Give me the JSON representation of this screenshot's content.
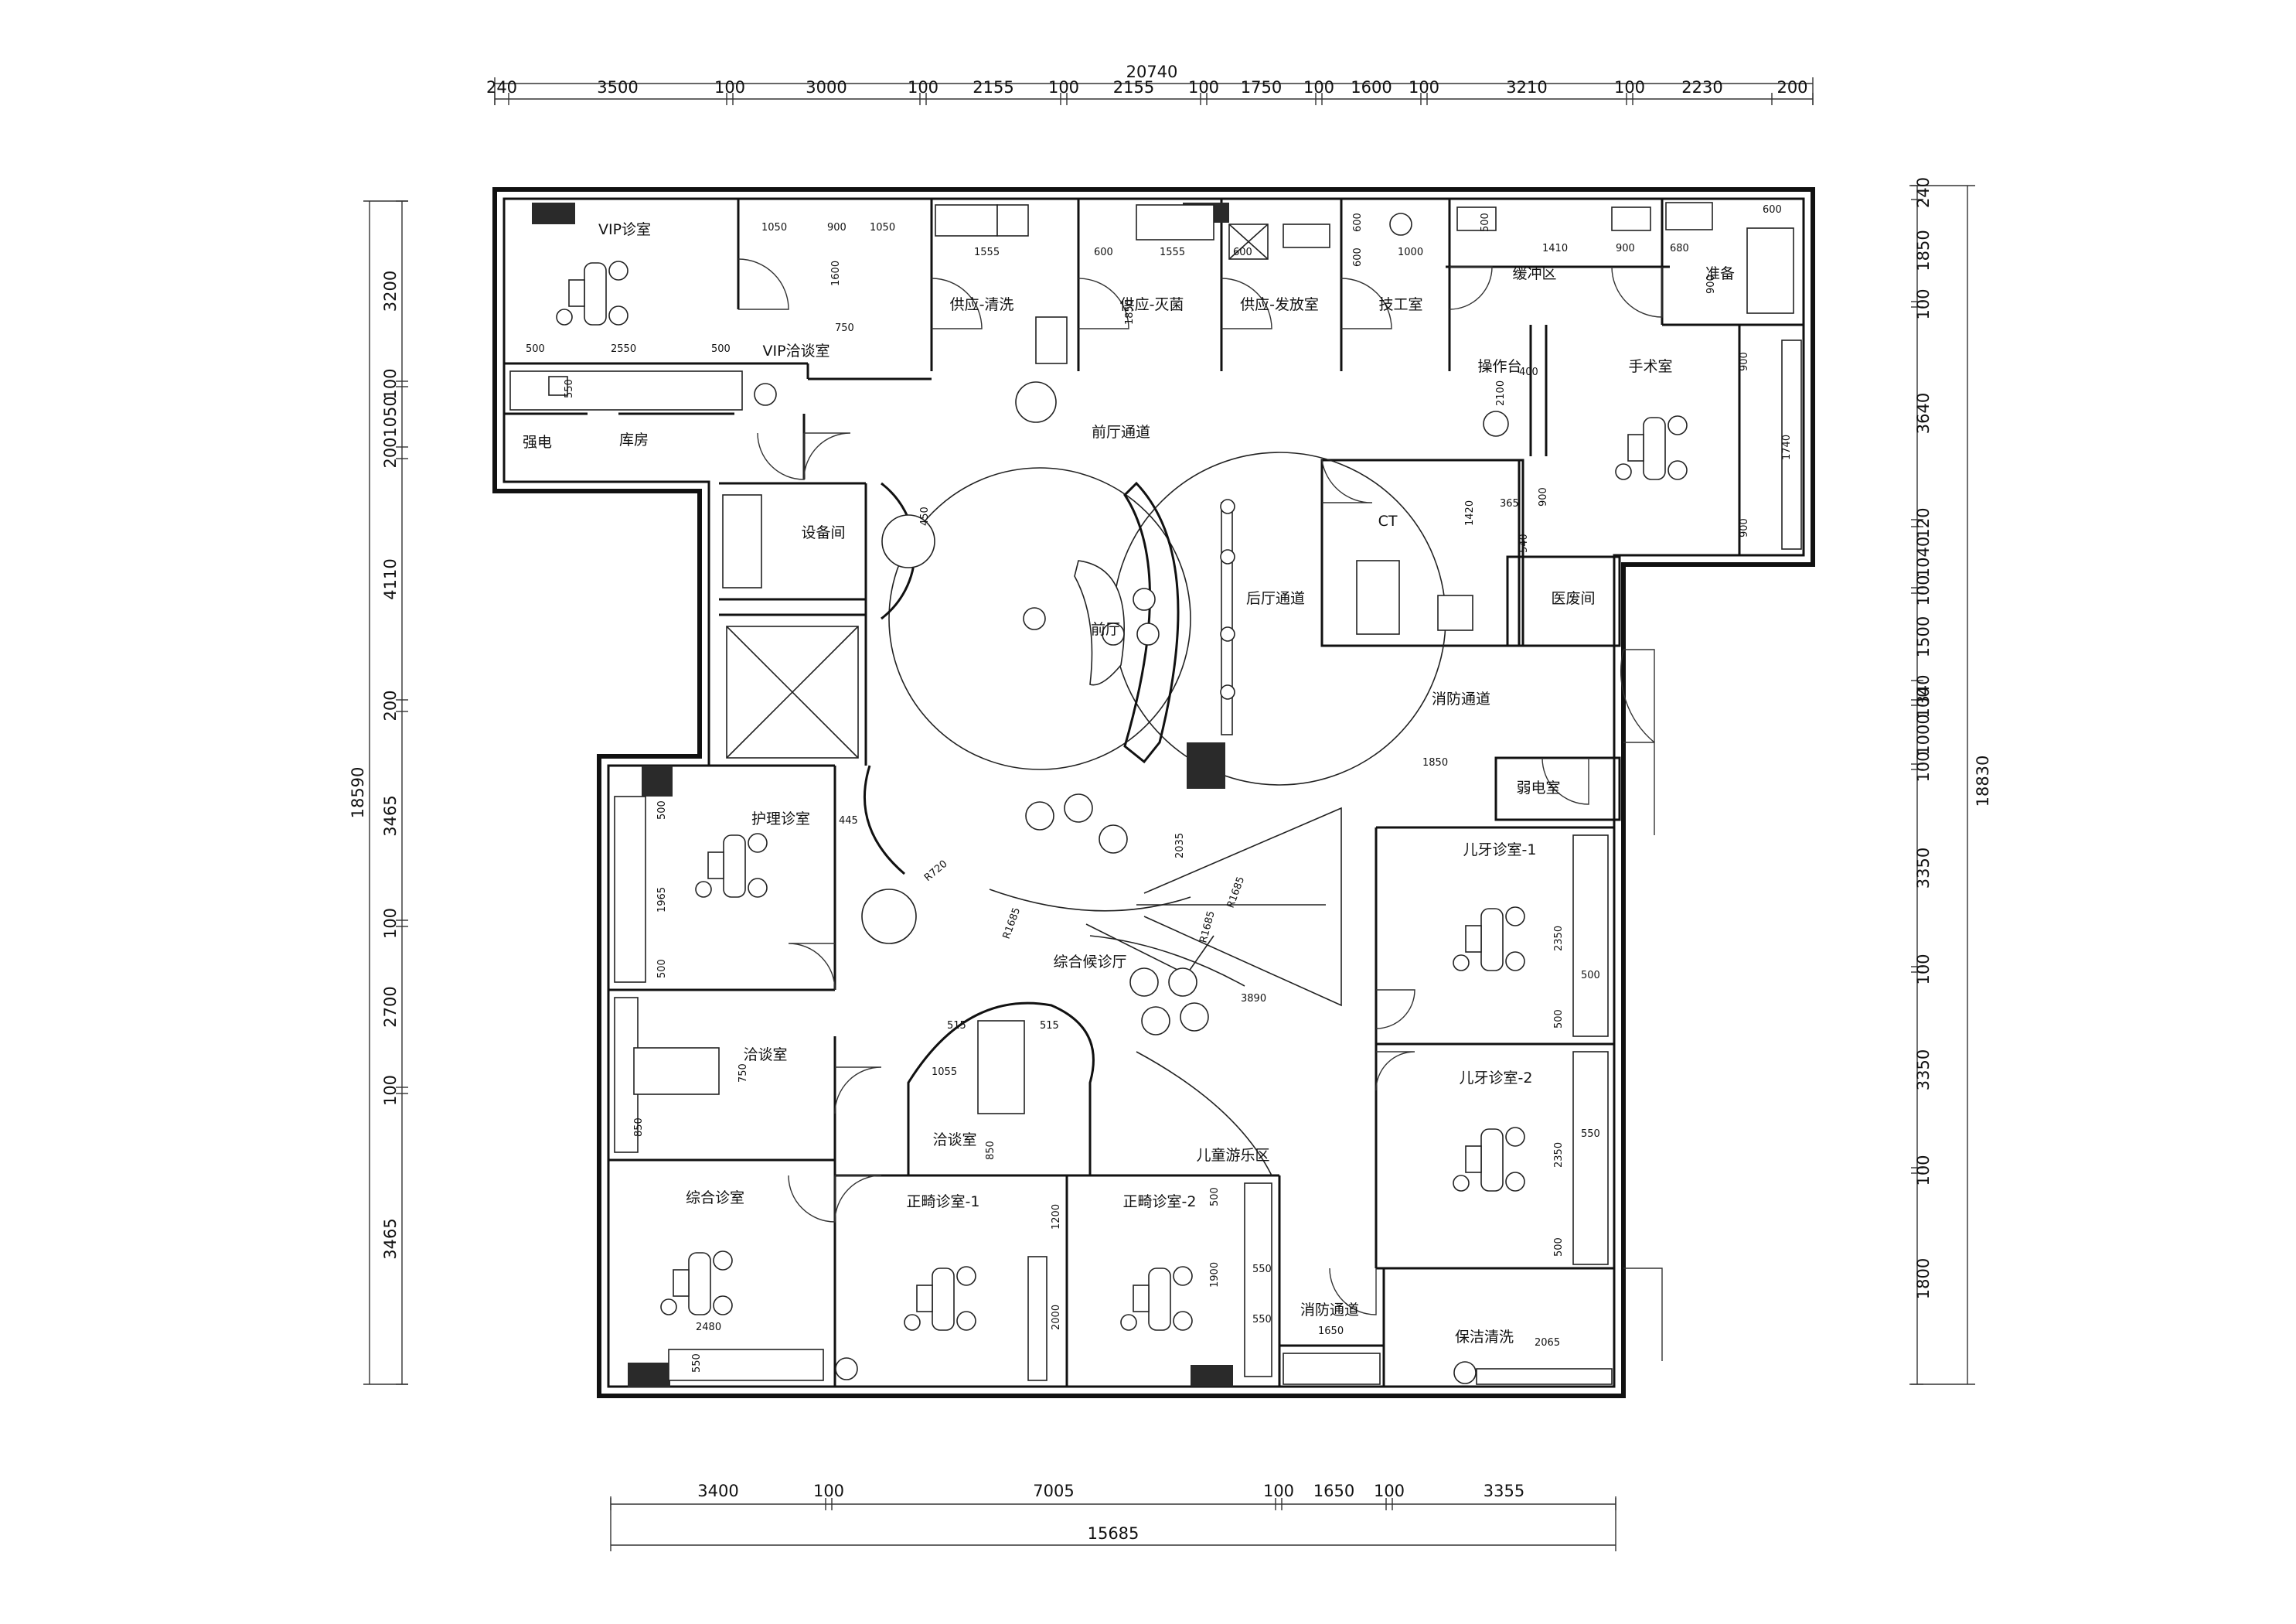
{
  "dimensions": {
    "top_total": "20740",
    "top": [
      "240",
      "3500",
      "100",
      "3000",
      "100",
      "2155",
      "100",
      "2155",
      "100",
      "1750",
      "100",
      "1600",
      "100",
      "3210",
      "100",
      "2230",
      "200"
    ],
    "bottom": [
      "3400",
      "100",
      "7005",
      "100",
      "1650",
      "100",
      "3355"
    ],
    "bottom_total": "15685",
    "left_total": "18590",
    "left": [
      "3200",
      "100",
      "1050",
      "200",
      "4110",
      "200",
      "3465",
      "100",
      "2700",
      "100",
      "3465"
    ],
    "right_total": "18830",
    "right": [
      "240",
      "1850",
      "100",
      "3640",
      "120",
      "1040",
      "100",
      "1500",
      "340",
      "100",
      "1000",
      "100",
      "3350",
      "100",
      "3350",
      "100",
      "1800"
    ]
  },
  "rooms": {
    "vip_clinic": "VIP诊室",
    "vip_consult": "VIP洽谈室",
    "supply_wash": "供应-清洗",
    "supply_sterilize": "供应-灭菌",
    "supply_dispatch": "供应-发放室",
    "tech_room": "技工室",
    "buffer_zone": "缓冲区",
    "prep": "准备",
    "operating_table": "操作台",
    "surgery": "手术室",
    "power_strong": "强电",
    "storage": "库房",
    "front_corridor": "前厅通道",
    "equipment_room": "设备间",
    "front_hall": "前厅",
    "back_corridor": "后厅通道",
    "ct": "CT",
    "medical_waste": "医废间",
    "fire_corridor": "消防通道",
    "power_weak": "弱电室",
    "nursing_clinic": "护理诊室",
    "waiting_hall": "综合候诊厅",
    "kids_clinic_1": "儿牙诊室-1",
    "kids_clinic_2": "儿牙诊室-2",
    "consult_left": "洽谈室",
    "consult_center": "洽谈室",
    "kids_play": "儿童游乐区",
    "general_clinic": "综合诊室",
    "ortho_1": "正畸诊室-1",
    "ortho_2": "正畸诊室-2",
    "fire_exit": "消防通道",
    "cleaning": "保洁清洗"
  },
  "annotations": {
    "vip_a": "500",
    "vip_b": "2550",
    "vip_c": "500",
    "vip_d": "550",
    "cons_a": "1050",
    "cons_b": "900",
    "cons_c": "1050",
    "cons_d": "1600",
    "cons_e": "750",
    "wash_a": "1555",
    "ster_a": "1555",
    "ster_b": "600",
    "ster_c": "600",
    "ster_d": "1850",
    "tech_a": "600",
    "tech_b": "1000",
    "tech_c": "600",
    "buf_a": "500",
    "buf_b": "1410",
    "buf_c": "900",
    "buf_d": "680",
    "buf_e": "600",
    "buf_f": "900",
    "op_a": "400",
    "op_b": "2100",
    "sur_a": "900",
    "sur_b": "1740",
    "sur_c": "900",
    "ct_a": "1420",
    "ct_b": "365",
    "ct_c": "900",
    "ct_d": "540",
    "eq_a": "450",
    "weak_a": "1850",
    "nurse_a": "500",
    "nurse_b": "1965",
    "nurse_c": "500",
    "wait_a": "445",
    "wait_b": "R720",
    "wait_c": "R1685",
    "wait_d": "2035",
    "wait_e": "R1685",
    "wait_f": "3890",
    "wait_g": "R1685",
    "kid1_a": "2350",
    "kid1_b": "500",
    "kid1_c": "500",
    "kid2_a": "2350",
    "kid2_b": "500",
    "kid2_c": "550",
    "cl_a": "750",
    "cl_b": "850",
    "cc_a": "515",
    "cc_b": "515",
    "cc_c": "1055",
    "cc_d": "850",
    "gen_a": "2480",
    "gen_b": "550",
    "o1_a": "1200",
    "o1_b": "2000",
    "o2_a": "500",
    "o2_b": "1900",
    "o2_c": "550",
    "o2_d": "550",
    "fire_a": "1650",
    "clean_a": "2065"
  },
  "colors": {
    "line": "#111111",
    "fill_dark": "#2a2a2a",
    "background": "#ffffff"
  }
}
